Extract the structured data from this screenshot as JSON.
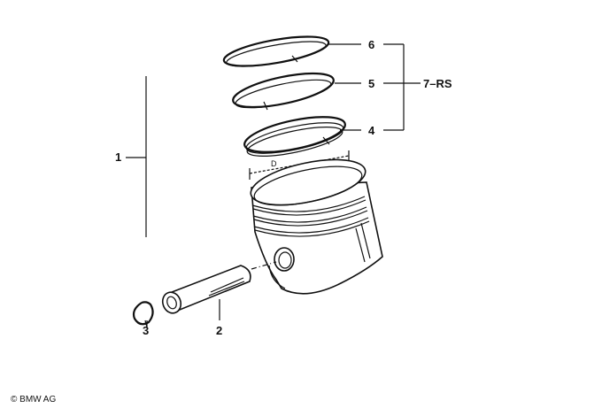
{
  "callouts": {
    "c1": "1",
    "c2": "2",
    "c3": "3",
    "c4": "4",
    "c5": "5",
    "c6": "6",
    "c7": "7–RS"
  },
  "dimension_label": "D",
  "copyright": "© BMW AG",
  "colors": {
    "line": "#111111",
    "background": "#ffffff"
  }
}
